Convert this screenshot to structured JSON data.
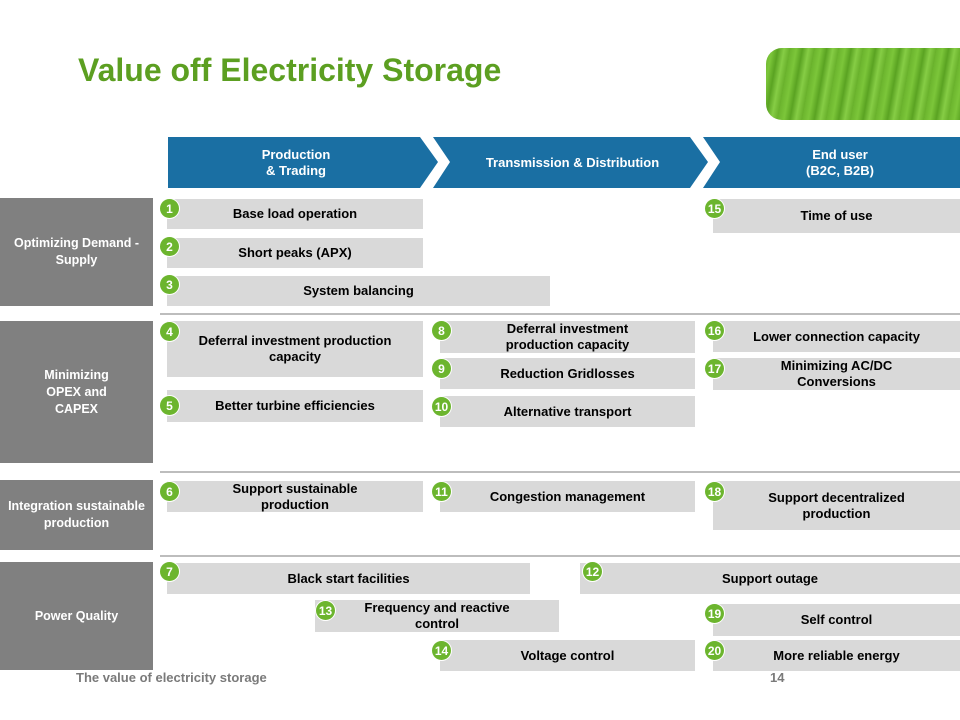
{
  "title": "Value off Electricity Storage",
  "headers": [
    {
      "line1": "Production",
      "line2": "& Trading"
    },
    {
      "line1": "Transmission & Distribution",
      "line2": ""
    },
    {
      "line1": "End user",
      "line2": "(B2C, B2B)"
    }
  ],
  "row_labels": [
    "Optimizing Demand - Supply",
    "Minimizing OPEX and CAPEX",
    "Integration sustainable production",
    "Power Quality"
  ],
  "items": [
    {
      "num": "1",
      "label": "Base load operation"
    },
    {
      "num": "2",
      "label": "Short peaks  (APX)"
    },
    {
      "num": "3",
      "label": "System balancing"
    },
    {
      "num": "4",
      "label": "Deferral investment production capacity"
    },
    {
      "num": "5",
      "label": "Better turbine efficiencies"
    },
    {
      "num": "6",
      "label": "Support sustainable production"
    },
    {
      "num": "7",
      "label": "Black start facilities"
    },
    {
      "num": "8",
      "label": "Deferral investment production capacity"
    },
    {
      "num": "9",
      "label": "Reduction Gridlosses"
    },
    {
      "num": "10",
      "label": "Alternative transport"
    },
    {
      "num": "11",
      "label": "Congestion management"
    },
    {
      "num": "12",
      "label": "Support outage"
    },
    {
      "num": "13",
      "label": "Frequency and reactive control"
    },
    {
      "num": "14",
      "label": "Voltage control"
    },
    {
      "num": "15",
      "label": "Time of use"
    },
    {
      "num": "16",
      "label": "Lower connection capacity"
    },
    {
      "num": "17",
      "label": "Minimizing AC/DC Conversions"
    },
    {
      "num": "18",
      "label": "Support decentralized production"
    },
    {
      "num": "19",
      "label": "Self control"
    },
    {
      "num": "20",
      "label": "More reliable energy"
    }
  ],
  "footer": {
    "left": "The value of electricity storage",
    "page": "14"
  },
  "colors": {
    "title": "#5c9f21",
    "header": "#1a6fa3",
    "badge": "#6cb52e",
    "bar": "#d9d9d9",
    "rowlabel": "#808080"
  }
}
